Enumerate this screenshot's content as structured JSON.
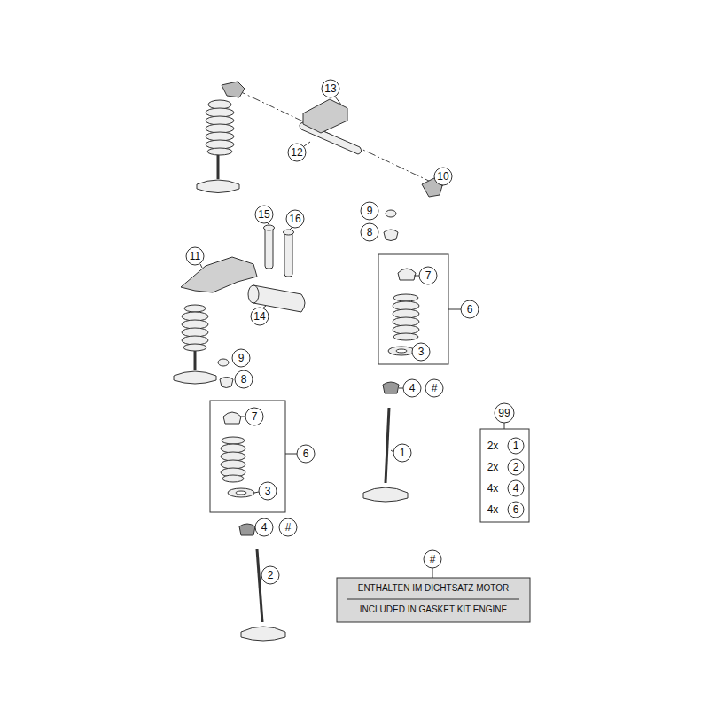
{
  "diagram": {
    "nodes": [
      {
        "text": [
          "99",
          "2x",
          "1",
          "2x",
          "2",
          "4x",
          "4",
          "4x",
          "6"
        ]
      },
      {
        "text": [
          "#",
          "ENTHALTEN IM DICHTSATZ MOTOR",
          "INCLUDED IN GASKET KIT ENGINE"
        ]
      },
      {
        "text": [
          "6",
          "7",
          "3"
        ]
      },
      {
        "text": [
          "6",
          "7",
          "3"
        ]
      }
    ],
    "labels": [
      "13",
      "12",
      "10",
      "15",
      "16",
      "9",
      "8",
      "11",
      "14",
      "9",
      "8",
      "4",
      "#",
      "1",
      "4",
      "#",
      "2"
    ]
  }
}
